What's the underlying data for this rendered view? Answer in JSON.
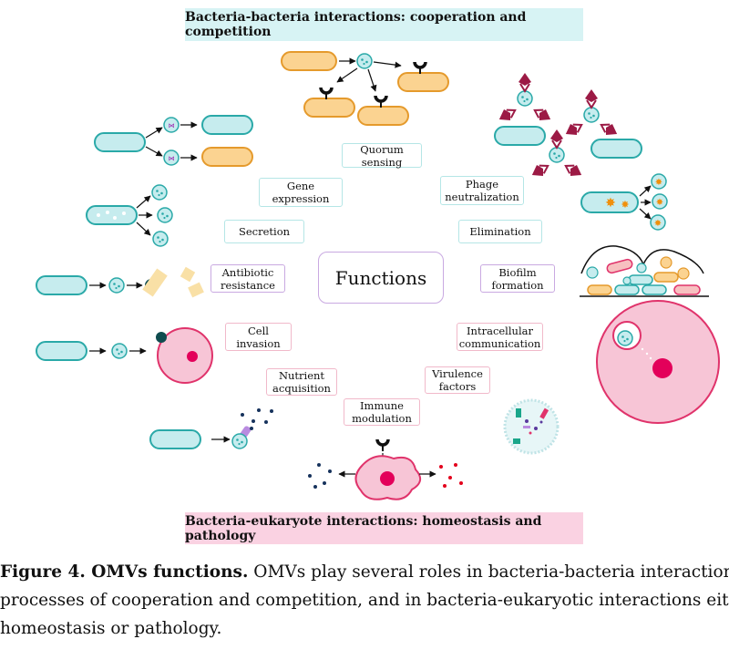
{
  "banners": {
    "top": "Bacteria-bacteria interactions: cooperation and competition",
    "bottom": "Bacteria-eukaryote interactions: homeostasis and pathology"
  },
  "center": "Functions",
  "labels": {
    "quorum": "Quorum\nsensing",
    "gene": "Gene\nexpression",
    "phage": "Phage\nneutralization",
    "secretion": "Secretion",
    "elimination": "Elimination",
    "antibiotic": "Antibiotic\nresistance",
    "biofilm": "Biofilm\nformation",
    "cell_invasion": "Cell\ninvasion",
    "intracellular": "Intracellular\ncommunication",
    "nutrient": "Nutrient\nacquisition",
    "virulence": "Virulence\nfactors",
    "immune": "Immune\nmodulation"
  },
  "caption": {
    "bold": "Figure 4. OMVs functions.",
    "line1_rest": " OMVs play several roles in bacteria-bacteria interactions",
    "line2": "processes of cooperation and competition, and in bacteria-eukaryotic interactions either",
    "line3": "homeostasis or pathology."
  },
  "colors": {
    "teal_fill": "#c6ecee",
    "teal_stroke": "#2aa9a8",
    "orange_fill": "#fbd391",
    "orange_stroke": "#e59a2c",
    "pink_fill": "#f7c5d6",
    "pink_stroke": "#e0336b",
    "nucleus": "#e3005a",
    "phage": "#9c1a45"
  }
}
